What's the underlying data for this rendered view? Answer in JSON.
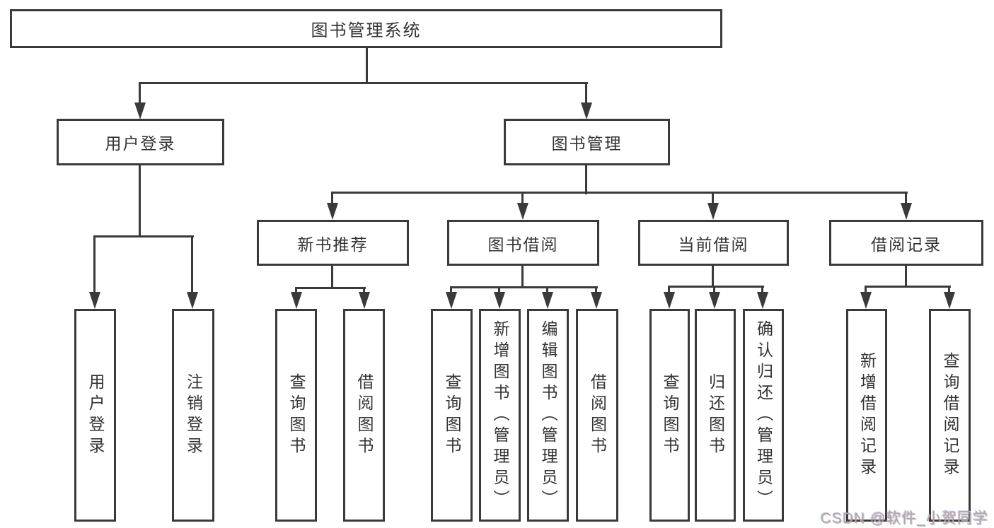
{
  "tree": {
    "label": "图书管理系统",
    "children": [
      {
        "label": "用户登录",
        "children": [
          {
            "label": "用户登录"
          },
          {
            "label": "注销登录"
          }
        ]
      },
      {
        "label": "图书管理",
        "children": [
          {
            "label": "新书推荐",
            "children": [
              {
                "label": "查询图书"
              },
              {
                "label": "借阅图书"
              }
            ]
          },
          {
            "label": "图书借阅",
            "children": [
              {
                "label": "查询图书"
              },
              {
                "label": "新增图书（管理员）"
              },
              {
                "label": "编辑图书（管理员）"
              },
              {
                "label": "借阅图书"
              }
            ]
          },
          {
            "label": "当前借阅",
            "children": [
              {
                "label": "查询图书"
              },
              {
                "label": "归还图书"
              },
              {
                "label": "确认归还（管理员）"
              }
            ]
          },
          {
            "label": "借阅记录",
            "children": [
              {
                "label": "新增借阅记录"
              },
              {
                "label": "查询借阅记录"
              }
            ]
          }
        ]
      }
    ]
  },
  "watermark": {
    "text": "CSDN @软件_小贺同学"
  },
  "colors": {
    "line": "#3a3a3a",
    "box_border": "#3a3a3a",
    "text": "#333333",
    "background": "#ffffff",
    "watermark": "#ababab"
  }
}
